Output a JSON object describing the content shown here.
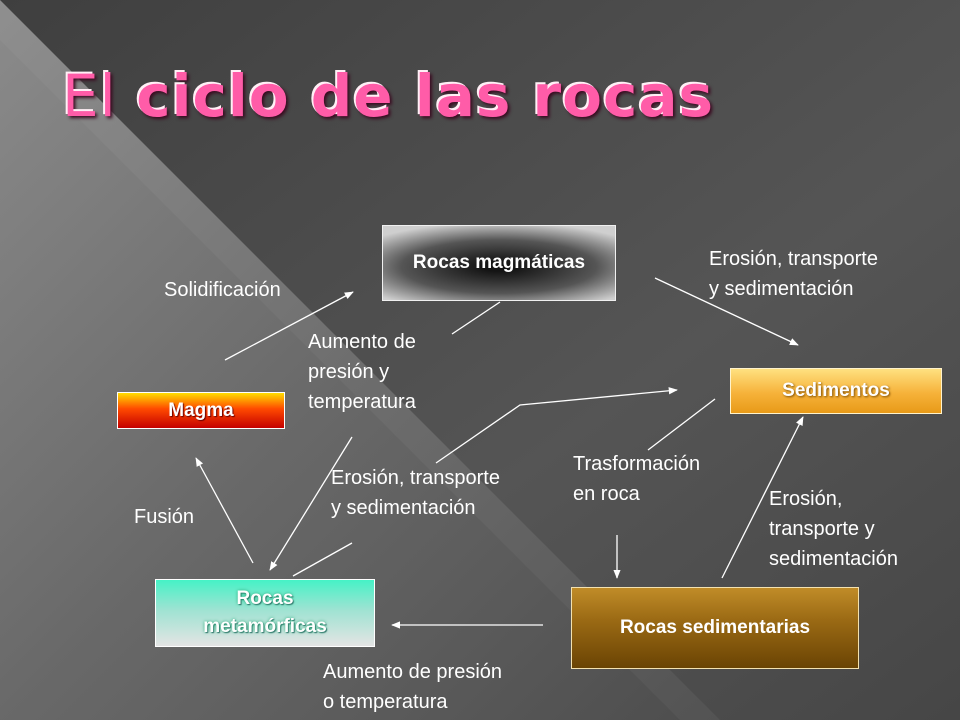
{
  "title": {
    "part1": "El ",
    "part2": "ciclo de las rocas"
  },
  "colors": {
    "title": "#ff5ca8",
    "text": "#ffffff",
    "arrow": "#ffffff"
  },
  "boxes": {
    "magmaticas": "Rocas magmáticas",
    "magma": "Magma",
    "sedimentos": "Sedimentos",
    "metamorficas_line1": "Rocas",
    "metamorficas_line2": "metamórficas",
    "sedimentarias": "Rocas sedimentarias"
  },
  "labels": {
    "solidificacion": "Solidificación",
    "erosion_top_line1": "Erosión, transporte",
    "erosion_top_line2": "y sedimentación",
    "aumento_line1": "Aumento de",
    "aumento_line2": "presión y",
    "aumento_line3": "temperatura",
    "erosion_mid_line1": "Erosión, transporte",
    "erosion_mid_line2": "y sedimentación",
    "trasformacion_line1": "Trasformación",
    "trasformacion_line2": "en roca",
    "erosion_right_line1": "Erosión,",
    "erosion_right_line2": "transporte y",
    "erosion_right_line3": "sedimentación",
    "fusion": "Fusión",
    "aumento_bottom_line1": "Aumento de presión",
    "aumento_bottom_line2": "o temperatura"
  }
}
